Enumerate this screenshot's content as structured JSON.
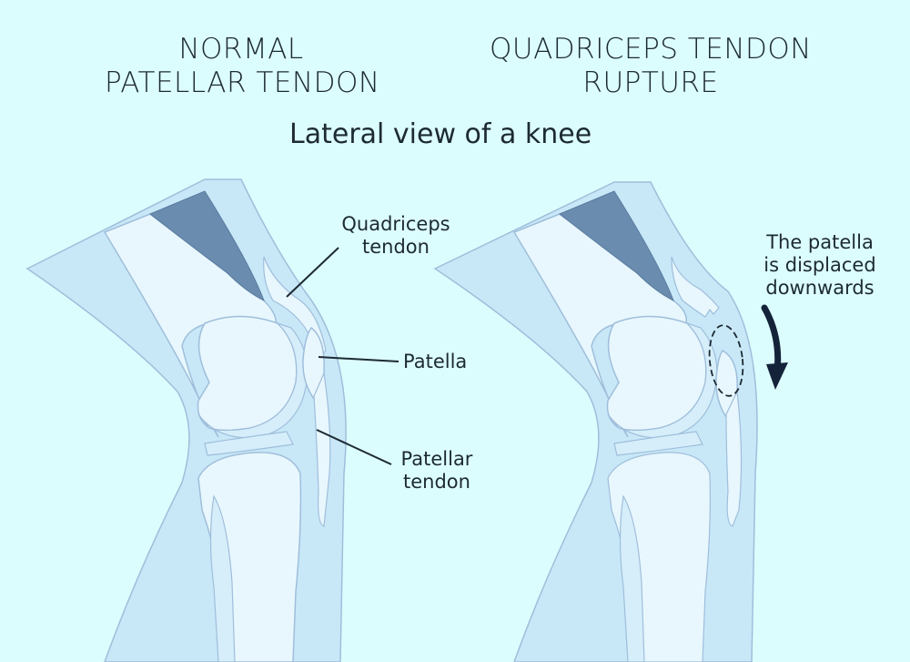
{
  "titles": {
    "left": [
      "NORMAL",
      "PATELLAR TENDON"
    ],
    "right": [
      "QUADRICEPS TENDON",
      "RUPTURE"
    ]
  },
  "subtitle": "Lateral view of a knee",
  "labels": {
    "quadriceps_tendon": [
      "Quadriceps",
      "tendon"
    ],
    "patella": "Patella",
    "patellar_tendon": [
      "Patellar",
      "tendon"
    ],
    "displacement_note": [
      "The patella",
      "is displaced",
      "downwards"
    ]
  },
  "colors": {
    "background": "#dcfdfd",
    "skin": "#c8e8f8",
    "tissue_outline": "#9fbedb",
    "muscle": "#6a8cae",
    "bone": "#e8f7fd",
    "text": "#1d2a33",
    "arrow": "#14233a"
  }
}
